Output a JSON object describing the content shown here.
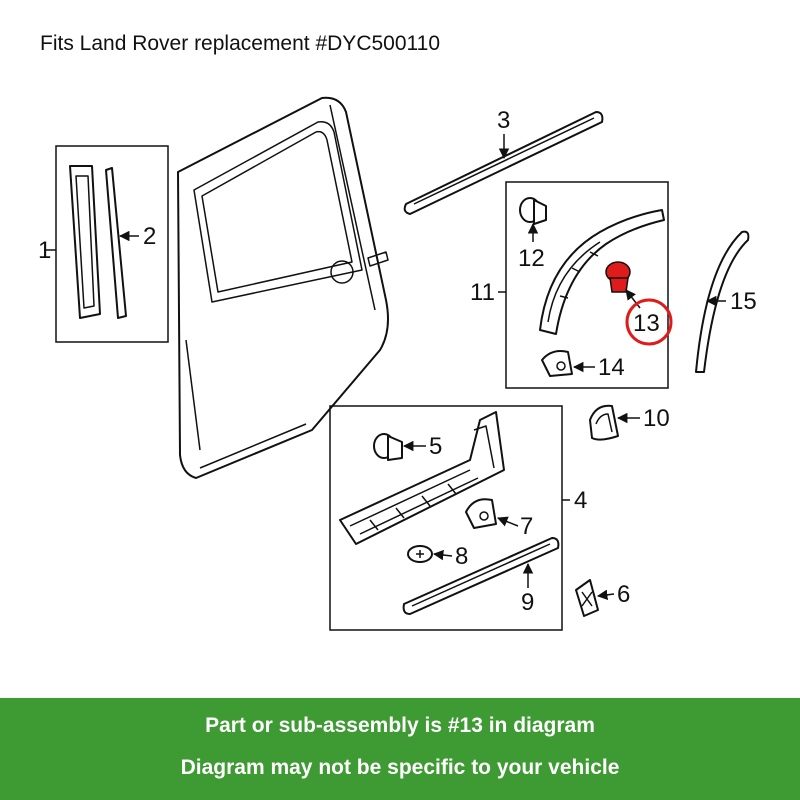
{
  "title": "Fits Land Rover replacement #DYC500110",
  "labels": {
    "p1": "1",
    "p2": "2",
    "p3": "3",
    "p4": "4",
    "p5": "5",
    "p6": "6",
    "p7": "7",
    "p8": "8",
    "p9": "9",
    "p10": "10",
    "p11": "11",
    "p12": "12",
    "p13": "13",
    "p14": "14",
    "p15": "15"
  },
  "highlight": {
    "part": "13",
    "color": "#e01b1b"
  },
  "footer": {
    "line1": "Part or sub-assembly is #13 in diagram",
    "line2": "Diagram may not be specific to your vehicle",
    "background": "#3e9a32"
  }
}
